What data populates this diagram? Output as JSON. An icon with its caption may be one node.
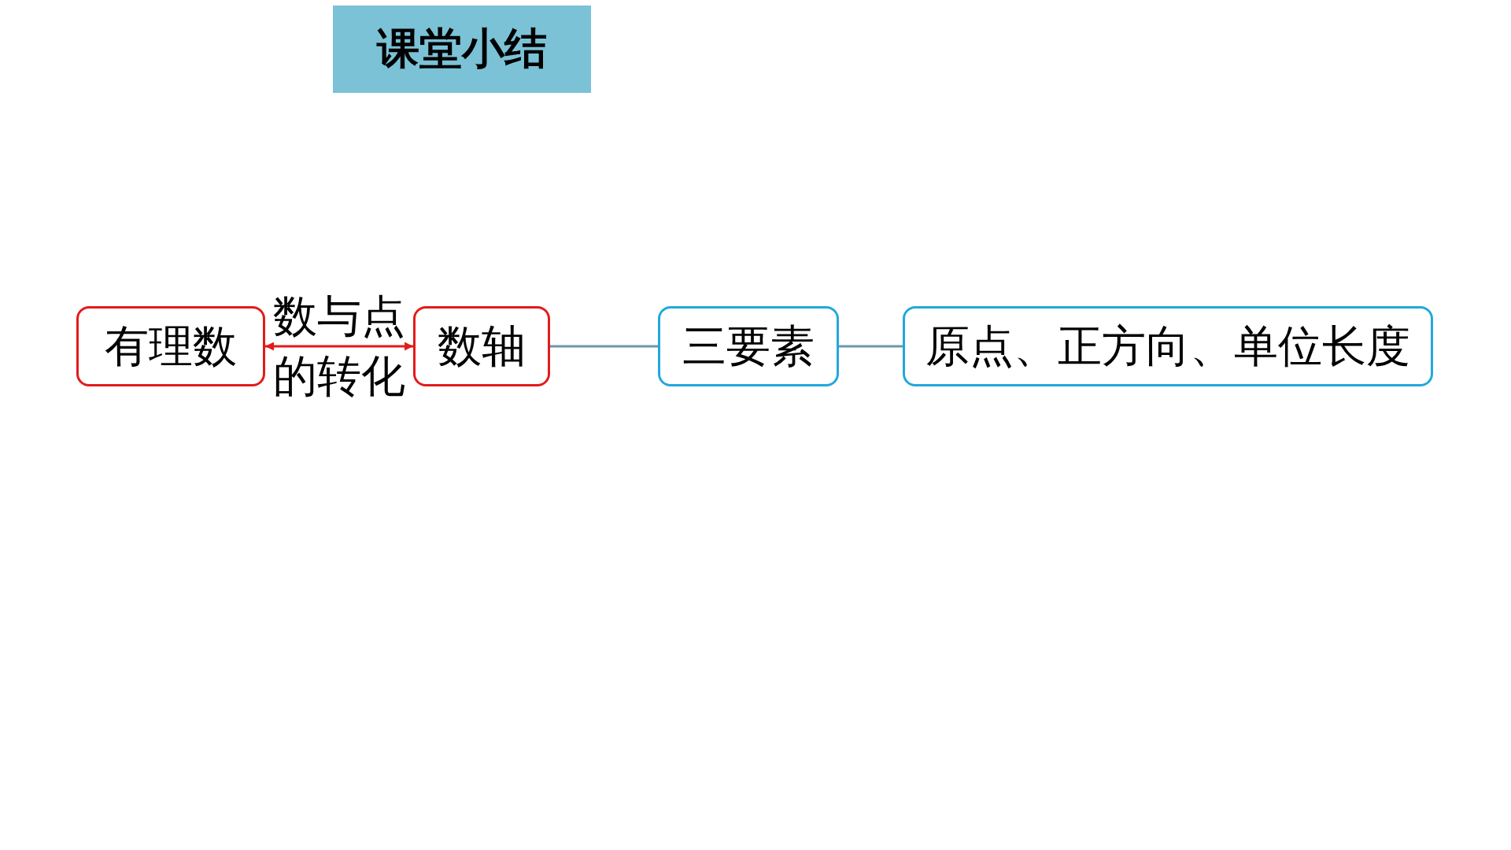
{
  "diagram": {
    "title": "课堂小结",
    "nodes": [
      {
        "text": [
          "有理数"
        ]
      },
      {
        "text": [
          "数轴"
        ]
      },
      {
        "text": [
          "三要素"
        ]
      },
      {
        "text": [
          "原点、正方向、单位长度"
        ]
      }
    ],
    "edges": [
      {
        "from": 0,
        "to": 1,
        "arrow": "both",
        "label": "数与点的转化",
        "color": "#e31b1b"
      },
      {
        "from": 1,
        "to": 2,
        "arrow": "none"
      },
      {
        "from": 2,
        "to": 3,
        "arrow": "none"
      }
    ]
  }
}
